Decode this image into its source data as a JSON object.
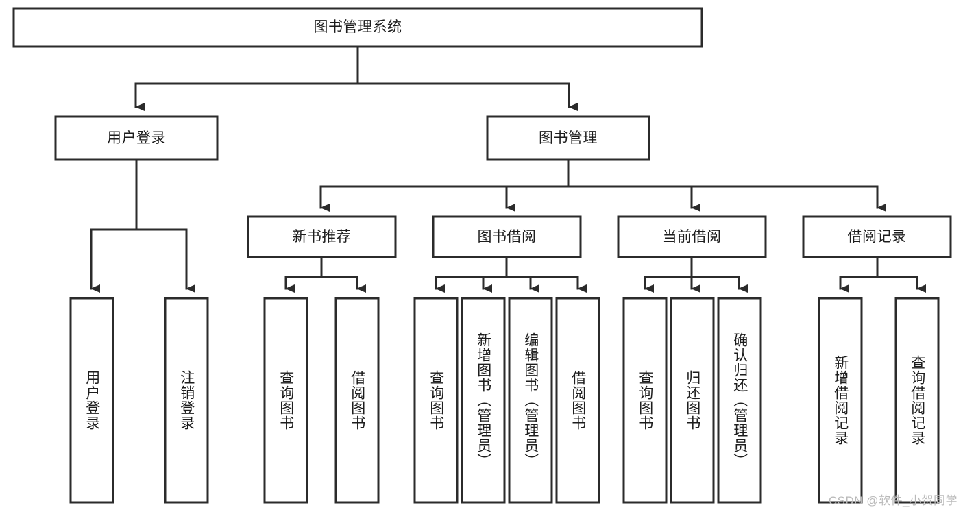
{
  "diagram": {
    "title": "图书管理系统",
    "type": "tree-hierarchy",
    "root": {
      "id": "root",
      "label": "图书管理系统"
    },
    "level2": [
      {
        "id": "user-login",
        "label": "用户登录"
      },
      {
        "id": "book-manage",
        "label": "图书管理"
      }
    ],
    "level3": [
      {
        "id": "new-book-rec",
        "label": "新书推荐",
        "parent": "book-manage"
      },
      {
        "id": "book-borrow",
        "label": "图书借阅",
        "parent": "book-manage"
      },
      {
        "id": "current-borrow",
        "label": "当前借阅",
        "parent": "book-manage"
      },
      {
        "id": "borrow-record",
        "label": "借阅记录",
        "parent": "book-manage"
      }
    ],
    "leaves": {
      "user-login": [
        {
          "id": "leaf-user-login",
          "label": "用户登录"
        },
        {
          "id": "leaf-logout",
          "label": "注销登录"
        }
      ],
      "new-book-rec": [
        {
          "id": "leaf-query-book-1",
          "label": "查询图书"
        },
        {
          "id": "leaf-borrow-book-1",
          "label": "借阅图书"
        }
      ],
      "book-borrow": [
        {
          "id": "leaf-query-book-2",
          "label": "查询图书"
        },
        {
          "id": "leaf-add-book",
          "label": "新增图书（管理员）"
        },
        {
          "id": "leaf-edit-book",
          "label": "编辑图书（管理员）"
        },
        {
          "id": "leaf-borrow-book-2",
          "label": "借阅图书"
        }
      ],
      "current-borrow": [
        {
          "id": "leaf-query-book-3",
          "label": "查询图书"
        },
        {
          "id": "leaf-return-book",
          "label": "归还图书"
        },
        {
          "id": "leaf-confirm-return",
          "label": "确认归还（管理员）"
        }
      ],
      "borrow-record": [
        {
          "id": "leaf-add-record",
          "label": "新增借阅记录"
        },
        {
          "id": "leaf-query-record",
          "label": "查询借阅记录"
        }
      ]
    }
  },
  "watermark": {
    "text": "CSDN @软件_小贺同学"
  },
  "colors": {
    "stroke": "#2b2b2b",
    "fill": "#ffffff",
    "text": "#1d1d1d",
    "watermark": "#b9b9b9"
  }
}
